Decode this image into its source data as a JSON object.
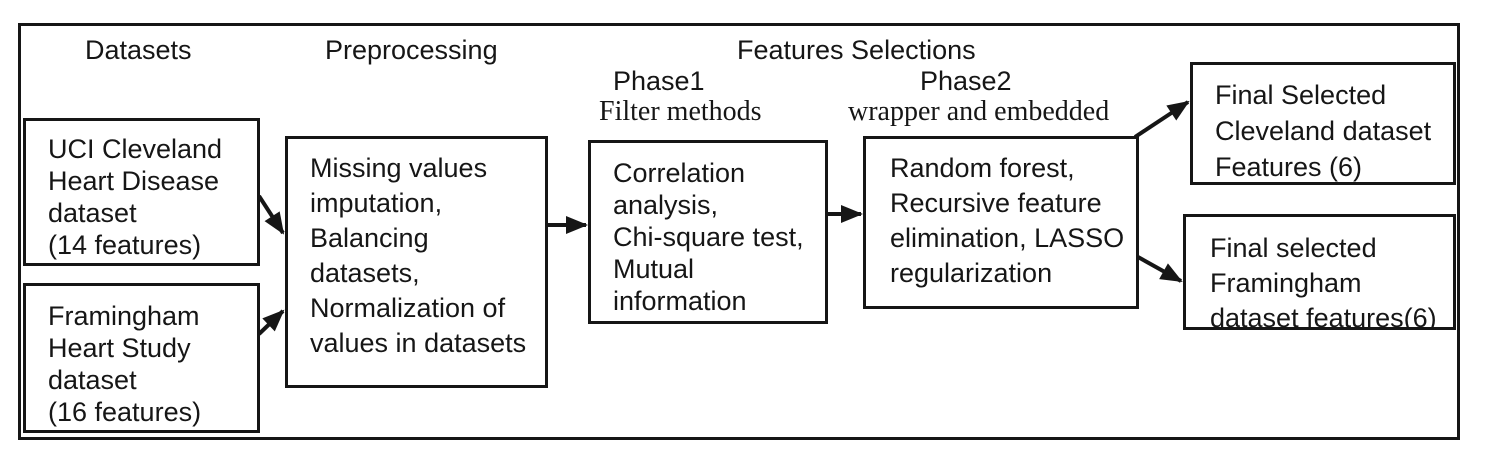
{
  "diagram": {
    "colors": {
      "ink": "#161616",
      "background": "#ffffff"
    },
    "columns": {
      "datasets": "Datasets",
      "preprocessing": "Preprocessing",
      "features_selections": "Features Selections"
    },
    "phases": {
      "phase1": {
        "title": "Phase1",
        "subtitle": "Filter methods"
      },
      "phase2": {
        "title": "Phase2",
        "subtitle": "wrapper and embedded"
      }
    },
    "boxes": {
      "uci_cleveland": {
        "lines": [
          "UCI Cleveland",
          "Heart Disease",
          "dataset",
          "(14 features)"
        ]
      },
      "framingham": {
        "lines": [
          "Framingham",
          "Heart Study",
          "dataset",
          "(16 features)"
        ]
      },
      "preprocessing": {
        "lines": [
          "Missing values",
          "imputation,",
          "Balancing",
          "datasets,",
          "Normalization of",
          "values in datasets"
        ]
      },
      "filter_methods": {
        "lines": [
          "Correlation",
          "analysis,",
          "Chi-square test,",
          "Mutual",
          "information"
        ]
      },
      "wrapper_embedded": {
        "lines": [
          "Random forest,",
          "Recursive feature",
          "elimination, LASSO",
          "regularization"
        ]
      },
      "final_cleveland": {
        "lines": [
          "Final Selected",
          "Cleveland dataset",
          "Features (6)"
        ]
      },
      "final_framingham": {
        "lines": [
          "Final selected",
          "Framingham",
          "dataset features(6)"
        ]
      }
    }
  }
}
